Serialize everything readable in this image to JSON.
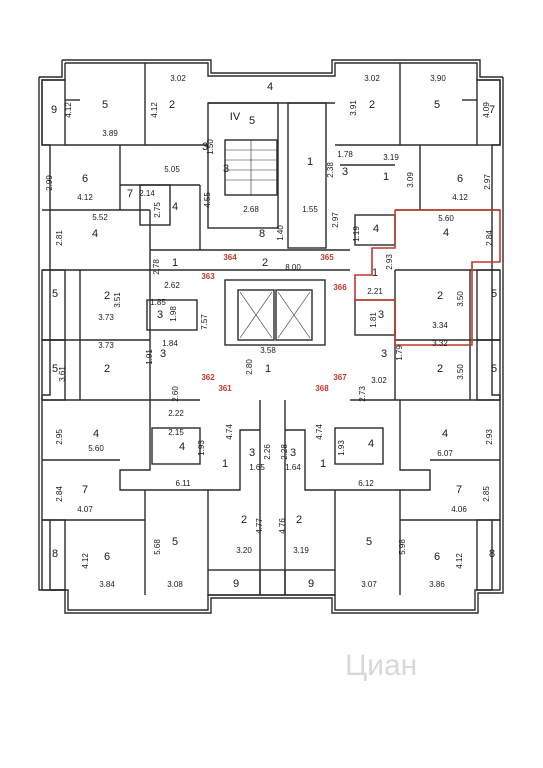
{
  "rooms": [
    {
      "id": "r1",
      "t": "4"
    },
    {
      "id": "r2",
      "t": "IV"
    },
    {
      "id": "r3",
      "t": "5"
    },
    {
      "id": "r4",
      "t": "5"
    },
    {
      "id": "r5",
      "t": "2"
    },
    {
      "id": "r6",
      "t": "9"
    },
    {
      "id": "r7",
      "t": "2"
    },
    {
      "id": "r8",
      "t": "5"
    },
    {
      "id": "r9",
      "t": "7"
    },
    {
      "id": "r10",
      "t": "3"
    },
    {
      "id": "r11",
      "t": "1"
    },
    {
      "id": "r12",
      "t": "3"
    },
    {
      "id": "r13",
      "t": "3"
    },
    {
      "id": "r14",
      "t": "1"
    },
    {
      "id": "r15",
      "t": "6"
    },
    {
      "id": "r16",
      "t": "6"
    },
    {
      "id": "r17",
      "t": "7"
    },
    {
      "id": "r18",
      "t": "4"
    },
    {
      "id": "r19",
      "t": "4"
    },
    {
      "id": "r20",
      "t": "8"
    },
    {
      "id": "r21",
      "t": "4"
    },
    {
      "id": "r22",
      "t": "4"
    },
    {
      "id": "r23",
      "t": "2"
    },
    {
      "id": "r24",
      "t": "1"
    },
    {
      "id": "r25",
      "t": "1"
    },
    {
      "id": "r26",
      "t": "5"
    },
    {
      "id": "r27",
      "t": "2"
    },
    {
      "id": "r28",
      "t": "3"
    },
    {
      "id": "r29",
      "t": "2"
    },
    {
      "id": "r30",
      "t": "5"
    },
    {
      "id": "r31",
      "t": "3"
    },
    {
      "id": "r32",
      "t": "3"
    },
    {
      "id": "r33",
      "t": "5"
    },
    {
      "id": "r34",
      "t": "2"
    },
    {
      "id": "r35",
      "t": "1"
    },
    {
      "id": "r36",
      "t": "3"
    },
    {
      "id": "r37",
      "t": "2"
    },
    {
      "id": "r38",
      "t": "5"
    },
    {
      "id": "r39",
      "t": "4"
    },
    {
      "id": "r40",
      "t": "4"
    },
    {
      "id": "r41",
      "t": "3"
    },
    {
      "id": "r42",
      "t": "3"
    },
    {
      "id": "r43",
      "t": "4"
    },
    {
      "id": "r44",
      "t": "4"
    },
    {
      "id": "r45",
      "t": "1"
    },
    {
      "id": "r46",
      "t": "1"
    },
    {
      "id": "r47",
      "t": "7"
    },
    {
      "id": "r48",
      "t": "7"
    },
    {
      "id": "r49",
      "t": "8"
    },
    {
      "id": "r50",
      "t": "6"
    },
    {
      "id": "r51",
      "t": "5"
    },
    {
      "id": "r52",
      "t": "2"
    },
    {
      "id": "r53",
      "t": "2"
    },
    {
      "id": "r54",
      "t": "5"
    },
    {
      "id": "r55",
      "t": "6"
    },
    {
      "id": "r56",
      "t": "8"
    },
    {
      "id": "r57",
      "t": "9"
    },
    {
      "id": "r58",
      "t": "9"
    }
  ],
  "dims": [
    {
      "id": "d1",
      "t": "3.02"
    },
    {
      "id": "d2",
      "t": "3.02"
    },
    {
      "id": "d3",
      "t": "3.90"
    },
    {
      "id": "d4",
      "t": "4.12"
    },
    {
      "id": "d5",
      "t": "4.12"
    },
    {
      "id": "d6",
      "t": "3.91"
    },
    {
      "id": "d7",
      "t": "4.09"
    },
    {
      "id": "d8",
      "t": "3.89"
    },
    {
      "id": "d9",
      "t": "1.50"
    },
    {
      "id": "d10",
      "t": "1.78"
    },
    {
      "id": "d11",
      "t": "3.19"
    },
    {
      "id": "d12",
      "t": "2.99"
    },
    {
      "id": "d13",
      "t": "5.05"
    },
    {
      "id": "d14",
      "t": "2.38"
    },
    {
      "id": "d15",
      "t": "3.09"
    },
    {
      "id": "d16",
      "t": "2.97"
    },
    {
      "id": "d17",
      "t": "4.12"
    },
    {
      "id": "d18",
      "t": "2.14"
    },
    {
      "id": "d19",
      "t": "4.55"
    },
    {
      "id": "d20",
      "t": "4.12"
    },
    {
      "id": "d21",
      "t": "2.75"
    },
    {
      "id": "d22",
      "t": "2.68"
    },
    {
      "id": "d23",
      "t": "1.55"
    },
    {
      "id": "d24",
      "t": "5.52"
    },
    {
      "id": "d25",
      "t": "2.97"
    },
    {
      "id": "d26",
      "t": "5.60"
    },
    {
      "id": "d27",
      "t": "2.81"
    },
    {
      "id": "d28",
      "t": "1.40"
    },
    {
      "id": "d29",
      "t": "1.19"
    },
    {
      "id": "d30",
      "t": "2.84"
    },
    {
      "id": "d31",
      "t": "8.00"
    },
    {
      "id": "d32",
      "t": "2.78"
    },
    {
      "id": "d33",
      "t": "2.93"
    },
    {
      "id": "d34",
      "t": "2.62"
    },
    {
      "id": "d35",
      "t": "2.21"
    },
    {
      "id": "d36",
      "t": "3.51"
    },
    {
      "id": "d37",
      "t": "3.50"
    },
    {
      "id": "d38",
      "t": "1.85"
    },
    {
      "id": "d39",
      "t": "1.98"
    },
    {
      "id": "d40",
      "t": "7.57"
    },
    {
      "id": "d41",
      "t": "1.81"
    },
    {
      "id": "d42",
      "t": "3.73"
    },
    {
      "id": "d43",
      "t": "3.34"
    },
    {
      "id": "d44",
      "t": "1.84"
    },
    {
      "id": "d45",
      "t": "3.73"
    },
    {
      "id": "d46",
      "t": "3.58"
    },
    {
      "id": "d47",
      "t": "3.32"
    },
    {
      "id": "d48",
      "t": "1.91"
    },
    {
      "id": "d49",
      "t": "1.79"
    },
    {
      "id": "d50",
      "t": "3.61"
    },
    {
      "id": "d51",
      "t": "2.80"
    },
    {
      "id": "d52",
      "t": "3.02"
    },
    {
      "id": "d53",
      "t": "3.50"
    },
    {
      "id": "d54",
      "t": "2.60"
    },
    {
      "id": "d55",
      "t": "2.73"
    },
    {
      "id": "d56",
      "t": "2.22"
    },
    {
      "id": "d57",
      "t": "2.95"
    },
    {
      "id": "d58",
      "t": "2.15"
    },
    {
      "id": "d59",
      "t": "4.74"
    },
    {
      "id": "d60",
      "t": "4.74"
    },
    {
      "id": "d61",
      "t": "2.93"
    },
    {
      "id": "d62",
      "t": "1.93"
    },
    {
      "id": "d63",
      "t": "2.26"
    },
    {
      "id": "d64",
      "t": "2.28"
    },
    {
      "id": "d65",
      "t": "1.93"
    },
    {
      "id": "d66",
      "t": "5.60"
    },
    {
      "id": "d67",
      "t": "1.65"
    },
    {
      "id": "d68",
      "t": "1.64"
    },
    {
      "id": "d69",
      "t": "6.07"
    },
    {
      "id": "d70",
      "t": "6.11"
    },
    {
      "id": "d71",
      "t": "6.12"
    },
    {
      "id": "d72",
      "t": "2.84"
    },
    {
      "id": "d73",
      "t": "2.85"
    },
    {
      "id": "d74",
      "t": "4.07"
    },
    {
      "id": "d75",
      "t": "4.06"
    },
    {
      "id": "d76",
      "t": "5.68"
    },
    {
      "id": "d77",
      "t": "4.77"
    },
    {
      "id": "d78",
      "t": "4.76"
    },
    {
      "id": "d79",
      "t": "5.98"
    },
    {
      "id": "d80",
      "t": "4.12"
    },
    {
      "id": "d81",
      "t": "3.20"
    },
    {
      "id": "d82",
      "t": "3.19"
    },
    {
      "id": "d83",
      "t": "4.12"
    },
    {
      "id": "d84",
      "t": "3.84"
    },
    {
      "id": "d85",
      "t": "3.08"
    },
    {
      "id": "d86",
      "t": "3.07"
    },
    {
      "id": "d87",
      "t": "3.86"
    }
  ],
  "apartments": [
    {
      "id": "a1",
      "t": "364"
    },
    {
      "id": "a2",
      "t": "365"
    },
    {
      "id": "a3",
      "t": "363"
    },
    {
      "id": "a4",
      "t": "366"
    },
    {
      "id": "a5",
      "t": "362"
    },
    {
      "id": "a6",
      "t": "361"
    },
    {
      "id": "a7",
      "t": "368"
    },
    {
      "id": "a8",
      "t": "367"
    }
  ],
  "watermark": "Циан",
  "colors": {
    "wall": "#2b2b2b",
    "highlight": "#c0392b",
    "watermark": "#d9d9d9"
  }
}
